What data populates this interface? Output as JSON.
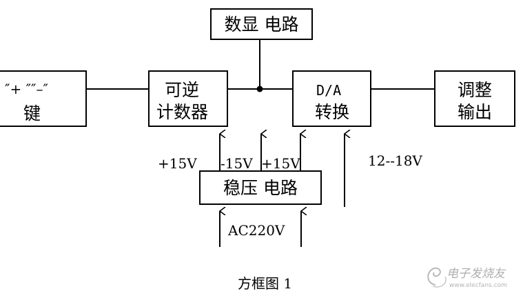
{
  "blocks": {
    "display_circuit": "数显 电路",
    "key_line1": "″+ ″″–″",
    "key_line2": "键",
    "counter_line1": "可逆",
    "counter_line2": "计数器",
    "da_line1": "D/A",
    "da_line2": "转换",
    "adjust_line1": "调整",
    "adjust_line2": "输出",
    "regulator": "稳压 电路"
  },
  "labels": {
    "plus15_left": "+15V",
    "minus15": "-15V",
    "plus15_right": "+15V",
    "v12_18": "12--18V",
    "ac220": "AC220V"
  },
  "caption": "方框图 1",
  "watermark": {
    "text": "电子发烧友",
    "site": "www.elecfans.com"
  }
}
